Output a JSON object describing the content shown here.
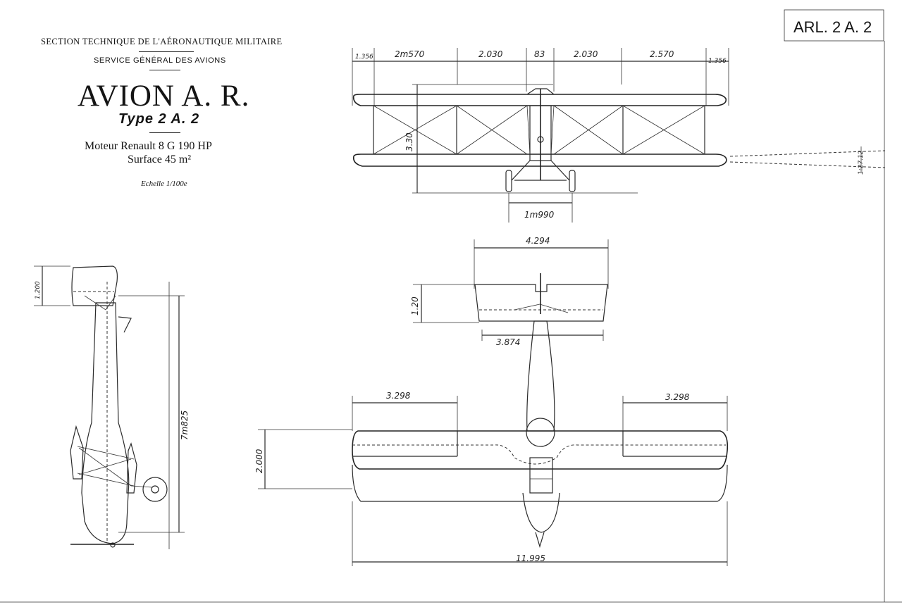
{
  "header": {
    "section": "SECTION TECHNIQUE DE L'AÉRONAUTIQUE MILITAIRE",
    "service": "SERVICE GÉNÉRAL DES AVIONS",
    "title": "AVION A. R.",
    "type": "Type 2 A. 2",
    "motor": "Moteur Renault 8 G 190 HP",
    "surface": "Surface 45 m²",
    "scale": "Echelle 1/100e"
  },
  "reference": "ARL. 2 A. 2",
  "front_view": {
    "span_dims": [
      "1.356",
      "2m570",
      "2.030",
      "83",
      "2.030",
      "2.570",
      "1.356"
    ],
    "height": "3.30",
    "track": "1m990",
    "dihedral": "1:27.12"
  },
  "side_view": {
    "length": "7m825",
    "tail_height": "1.200"
  },
  "plan_view": {
    "tailplane_span": "4.294",
    "tailplane_chord": "1.20",
    "elevator_span": "3.874",
    "aileron_left": "3.298",
    "aileron_right": "3.298",
    "wing_chord": "2.000",
    "wingspan": "11.995"
  }
}
